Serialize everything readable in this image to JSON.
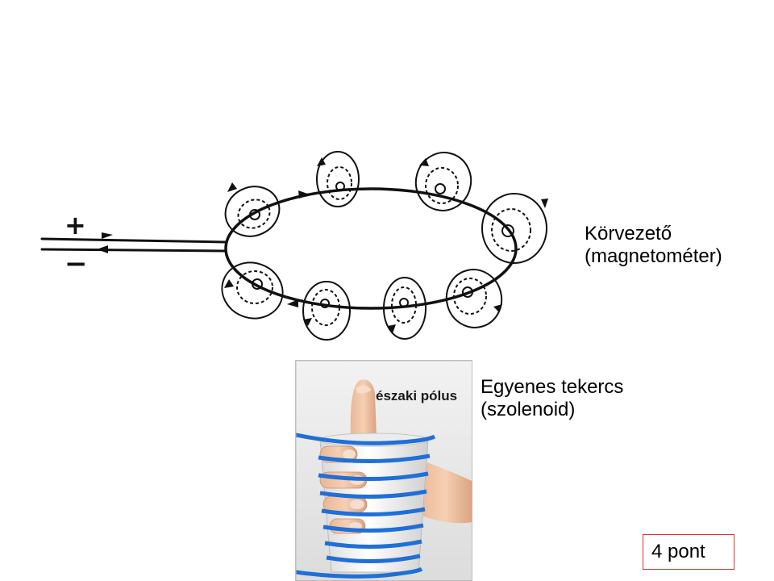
{
  "loop_diagram": {
    "plus_sign": "+",
    "minus_sign": "−",
    "label_line1": "Körvezető",
    "label_line2": "(magnetométer)"
  },
  "solenoid": {
    "label_line1": "Egyenes tekercs",
    "label_line2": "(szolenoid)",
    "photo_caption": "északi pólus",
    "wire_color": "#1f6fd6"
  },
  "score": {
    "text": "4 pont",
    "border_color": "#e0302a"
  }
}
